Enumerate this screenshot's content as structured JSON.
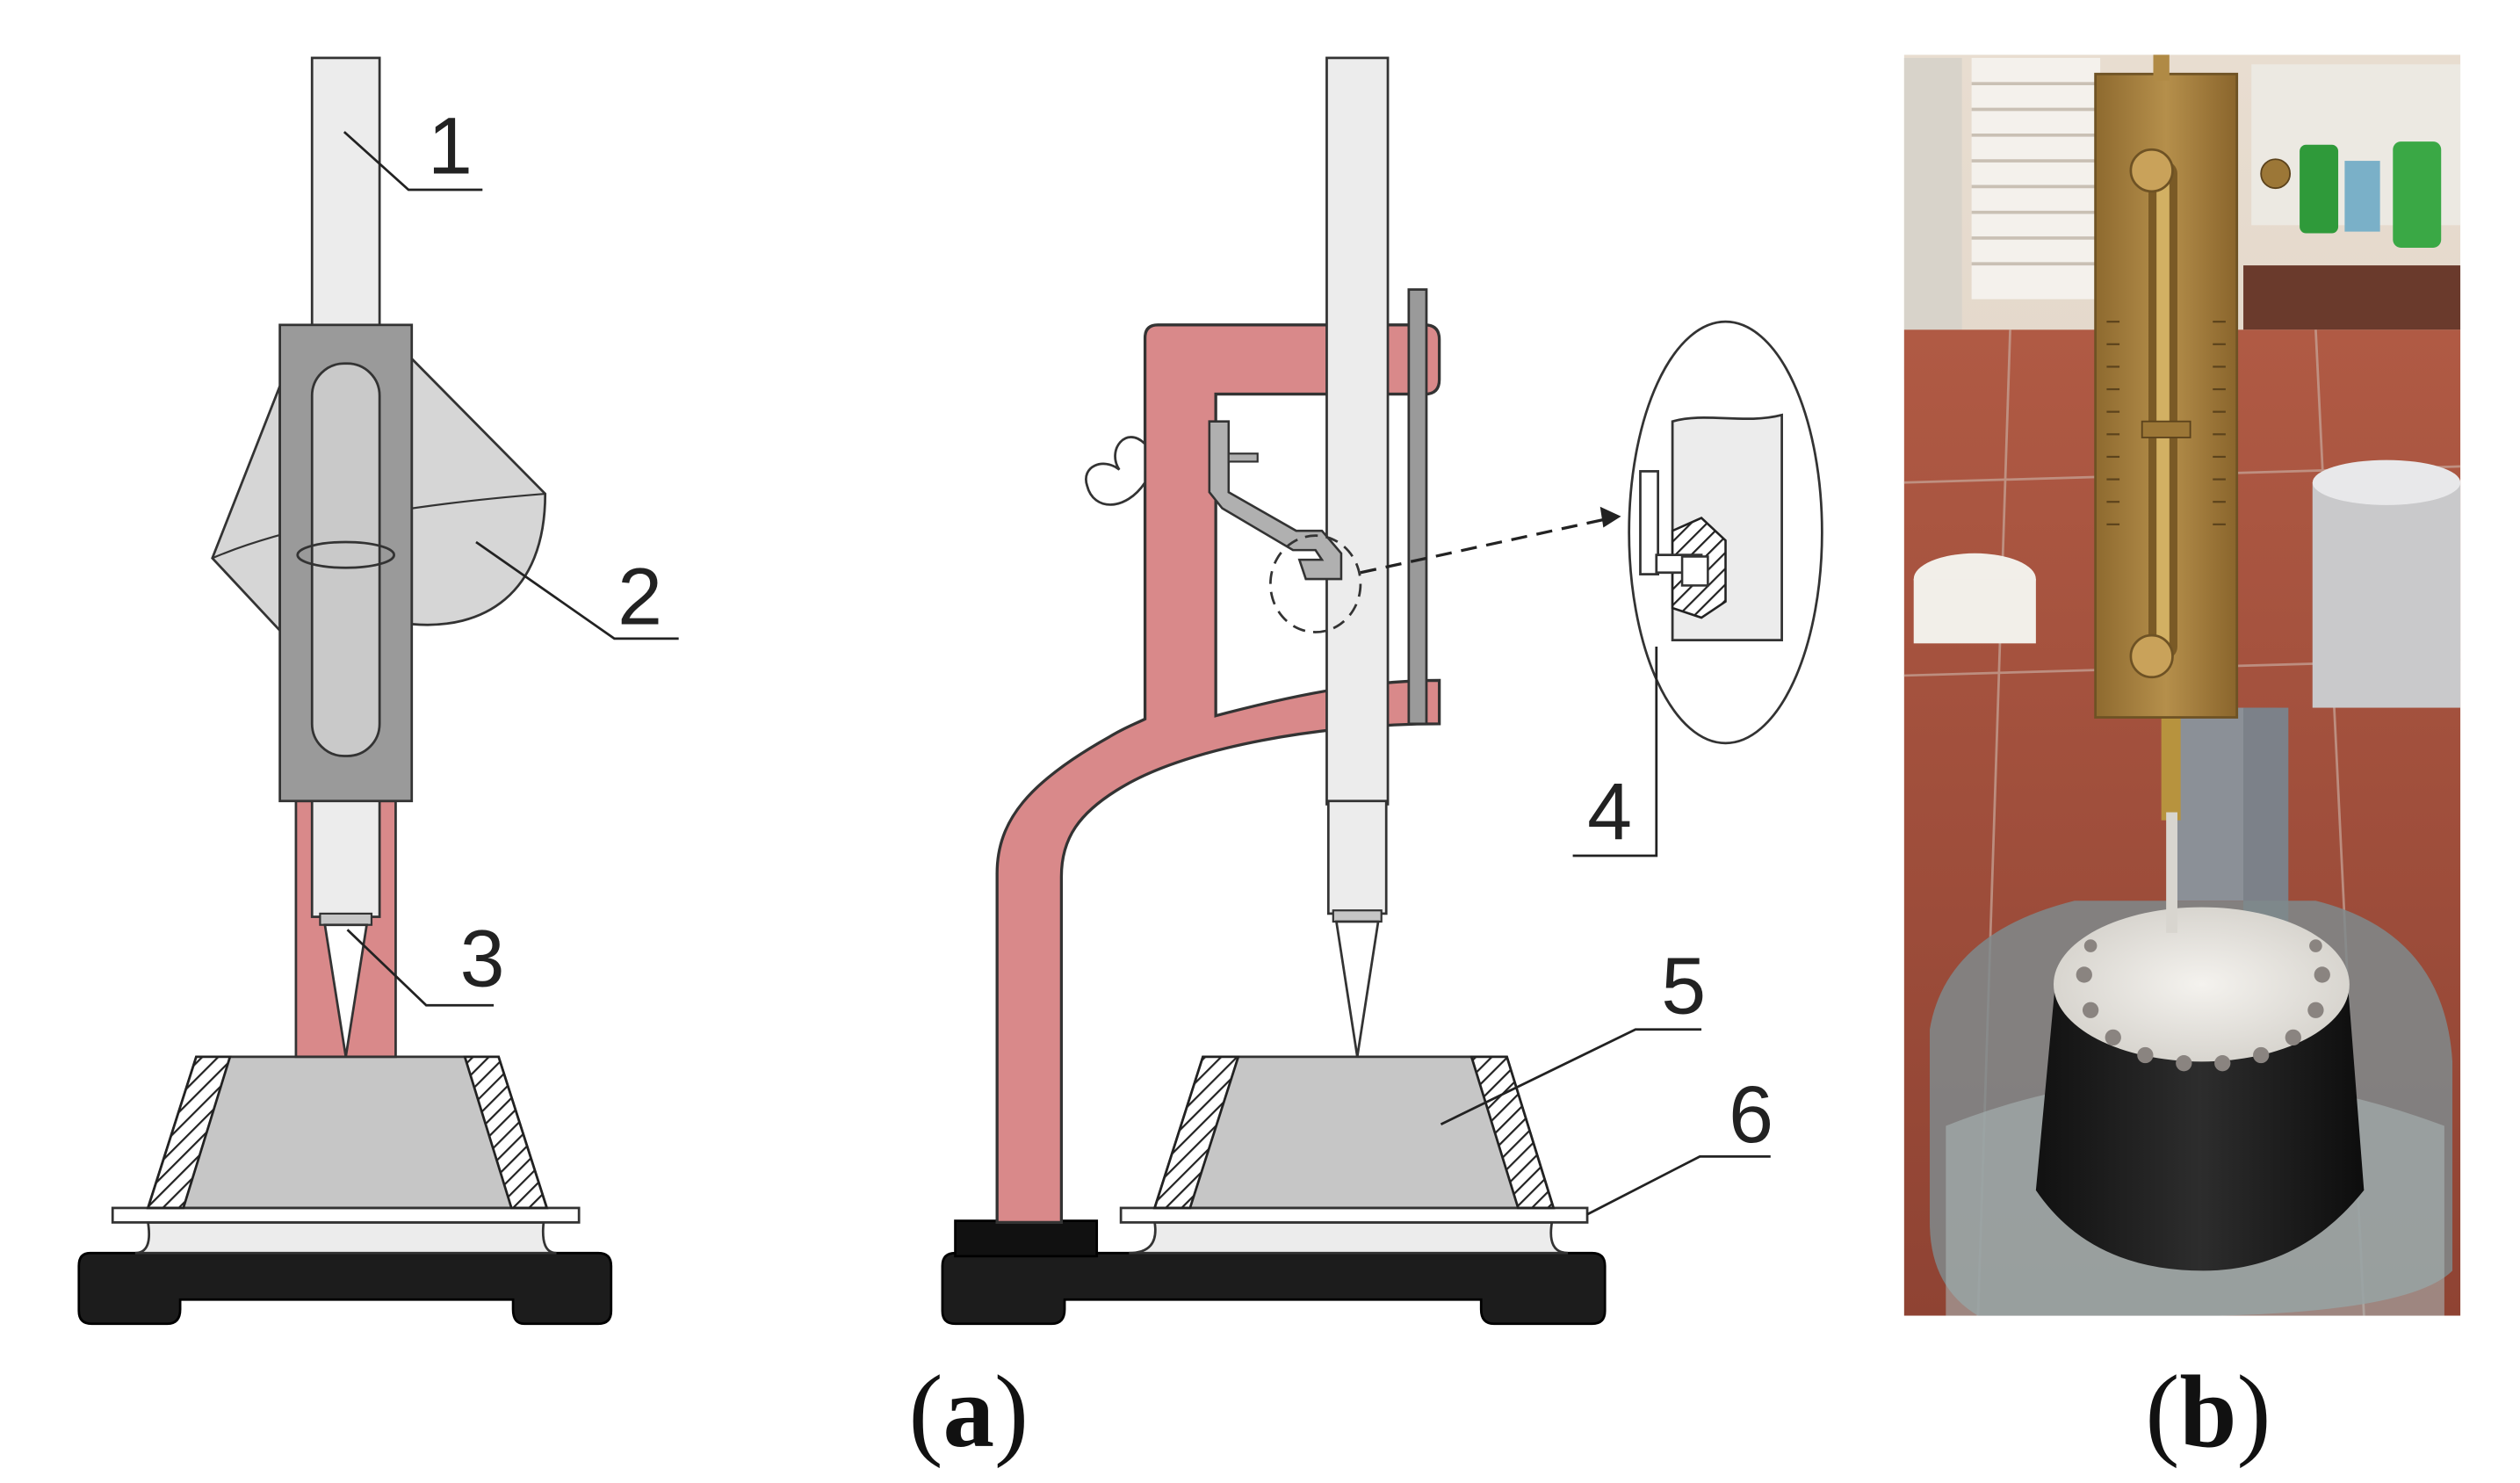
{
  "labels": {
    "l1": "1",
    "l2": "2",
    "l3": "3",
    "l4": "4",
    "l5": "5",
    "l6": "6"
  },
  "captions": {
    "a_open": "(",
    "a_letter": "a",
    "a_close": ")",
    "b_open": "(",
    "b_letter": "b",
    "b_close": ")"
  },
  "colors": {
    "frame_pink": "#d9898a",
    "pink_light": "#e6a3a4",
    "dark_gray": "#9a9a9a",
    "mid_gray": "#c6c6c6",
    "light_gray": "#ececec",
    "base_black": "#1c1c1c",
    "photo_brass": "#a8823f"
  }
}
